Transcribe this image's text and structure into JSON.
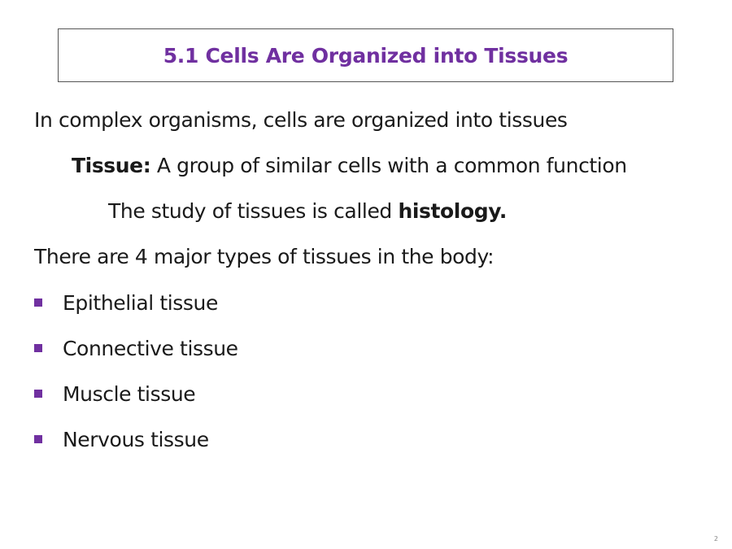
{
  "title": "5.1 Cells Are Organized into Tissues",
  "intro": "In complex organisms, cells are organized into tissues",
  "definition": {
    "term": "Tissue:",
    "text": " A group of similar cells with a common function"
  },
  "histology": {
    "prefix": "The study of tissues is called ",
    "term": "histology."
  },
  "types_intro": "There are 4 major types of tissues in the body:",
  "tissue_types": [
    "Epithelial tissue",
    "Connective tissue",
    "Muscle tissue",
    "Nervous tissue"
  ],
  "page_number": "2",
  "colors": {
    "accent": "#7030a0",
    "bullet": "#7030a0",
    "text": "#1a1a1a"
  }
}
